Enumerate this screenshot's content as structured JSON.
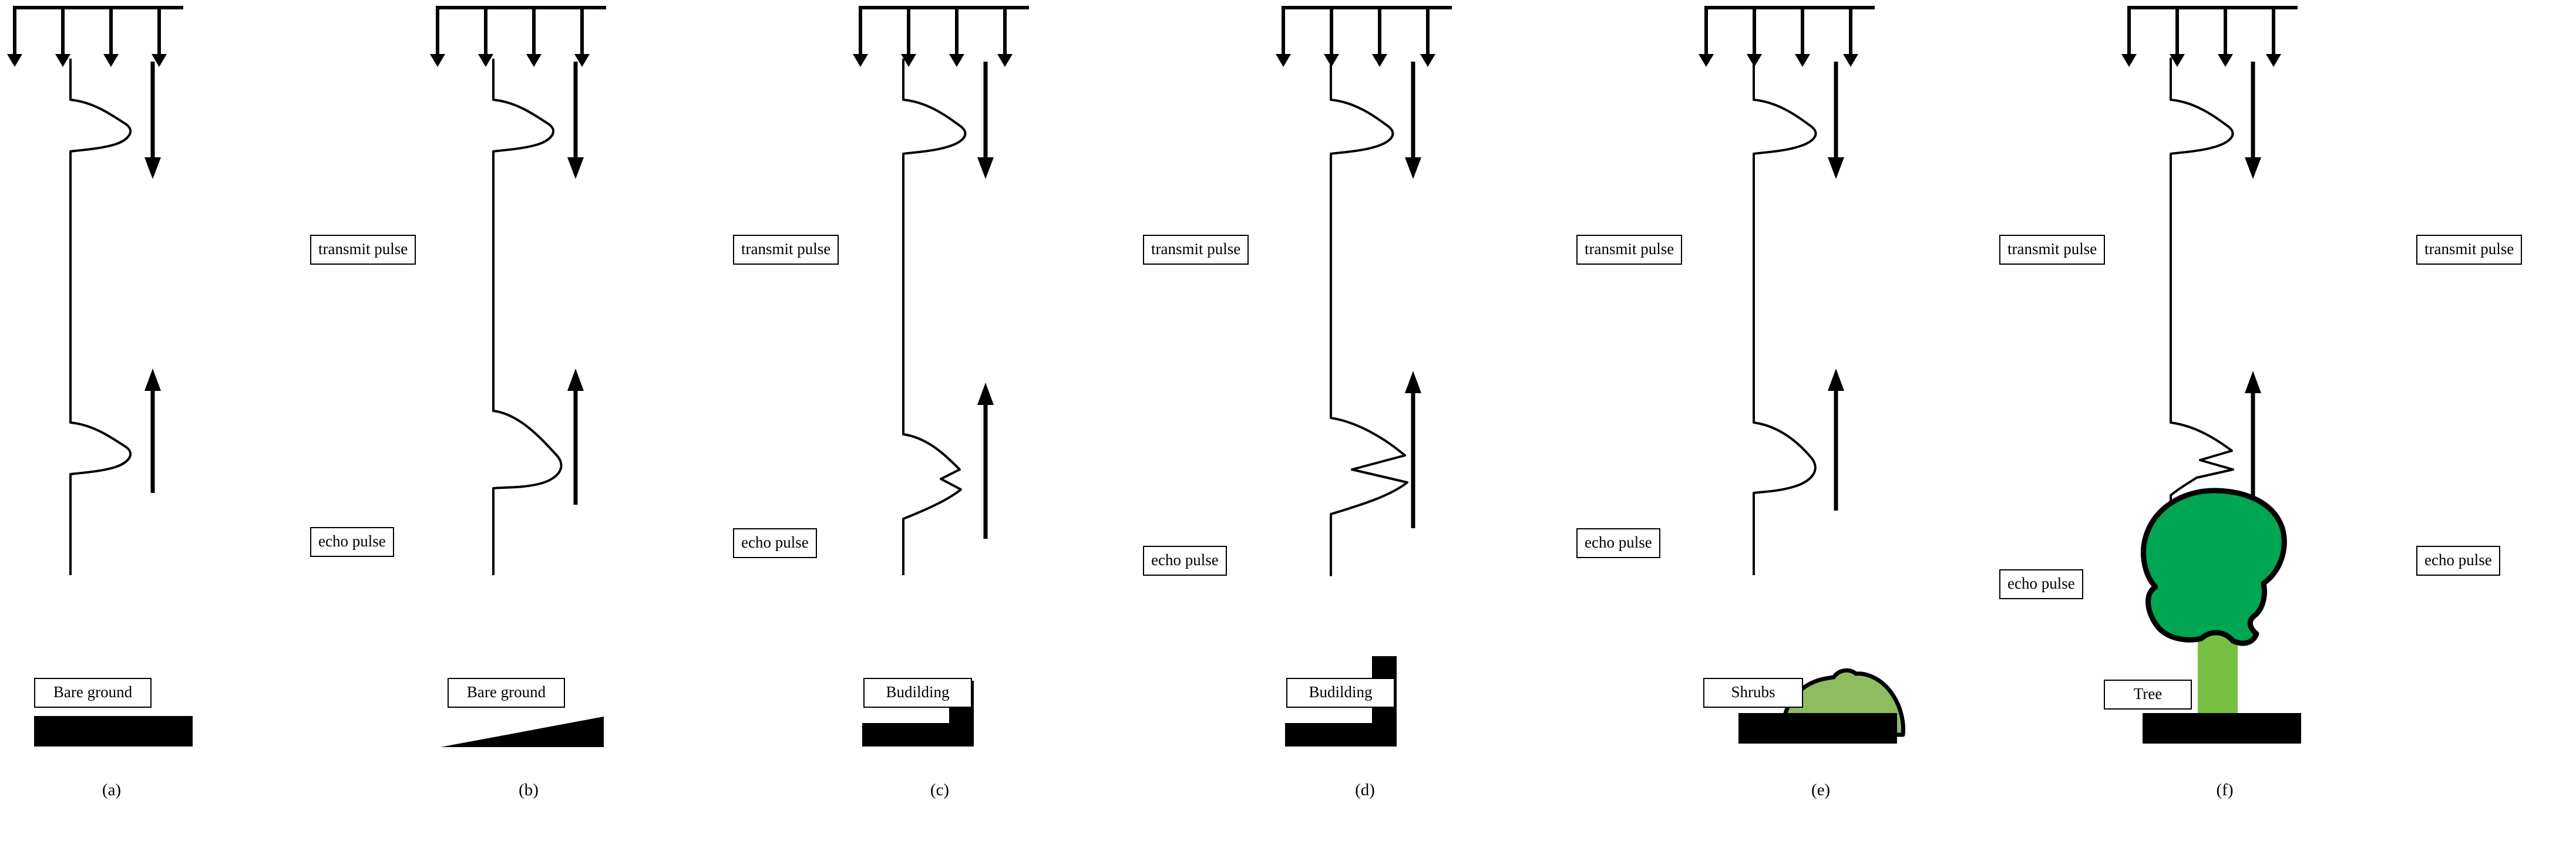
{
  "figure": {
    "type": "lidar-waveform-diagram",
    "background": "#ffffff",
    "ink": "#000000",
    "panel_count": 6
  },
  "labels": {
    "transmit_pulse": "transmit pulse",
    "echo_pulse": "echo pulse"
  },
  "colors": {
    "ink": "#000000",
    "ground": "#000000",
    "shrub_fill": "#8FBC5E",
    "tree_canopy": "#00A651",
    "tree_trunk": "#76C043",
    "box_fill": "#ffffff"
  },
  "beam": {
    "arrow_count": 4,
    "description": "four downward laser pulse arrows joined by a horizontal bar"
  },
  "panels": [
    {
      "id": "a",
      "caption": "(a)",
      "object_label": "Bare ground",
      "object_type": "flat-ground",
      "transmit_label": "transmit pulse",
      "echo_label": "echo pulse",
      "echo_shape": "single narrow peak",
      "echo_peaks": 1
    },
    {
      "id": "b",
      "caption": "(b)",
      "object_label": "Bare ground",
      "object_type": "sloped-ground",
      "transmit_label": "transmit pulse",
      "echo_label": "echo pulse",
      "echo_shape": "single broadened peak",
      "echo_peaks": 1
    },
    {
      "id": "c",
      "caption": "(c)",
      "object_label": "Budilding",
      "object_type": "building-low",
      "transmit_label": "transmit pulse",
      "echo_label": "echo pulse",
      "echo_shape": "double peak with shallow notch",
      "echo_peaks": 2
    },
    {
      "id": "d",
      "caption": "(d)",
      "object_label": "Budilding",
      "object_type": "building-tall",
      "transmit_label": "transmit pulse",
      "echo_label": "echo pulse",
      "echo_shape": "two separated peaks with deep notch",
      "echo_peaks": 2
    },
    {
      "id": "e",
      "caption": "(e)",
      "object_label": "Shrubs",
      "object_type": "shrub-mound",
      "transmit_label": "transmit pulse",
      "echo_label": "echo pulse",
      "echo_shape": "single broad peak",
      "echo_peaks": 1
    },
    {
      "id": "f",
      "caption": "(f)",
      "object_label": "Tree",
      "object_type": "tree",
      "transmit_label": "transmit pulse",
      "echo_label": "echo pulse",
      "echo_shape": "multiple overlapping peaks",
      "echo_peaks": 3
    }
  ]
}
